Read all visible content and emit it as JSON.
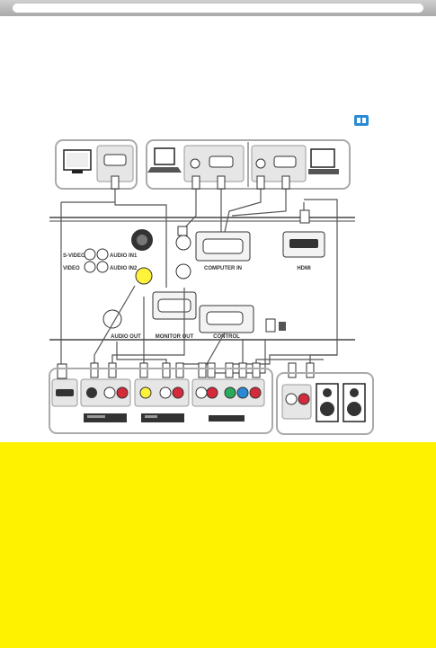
{
  "header": {
    "bar_color": "#b4b4b4"
  },
  "reference_icon": "book-icon",
  "panel": {
    "s_video_label": "S-VIDEO",
    "video_label": "VIDEO",
    "audio_in_1_label": "AUDIO IN1",
    "audio_in_2_label": "AUDIO IN2",
    "computer_in_label": "COMPUTER IN",
    "hdmi_label": "HDMI",
    "audio_out_label": "AUDIO OUT",
    "monitor_out_label": "MONITOR OUT",
    "control_label": "CONTROL"
  },
  "devices_top": [
    "monitor",
    "computer",
    "computer"
  ],
  "devices_bottom": [
    "hdmi-av-device",
    "video-recorder",
    "dvd-player",
    "component-device",
    "speakers"
  ],
  "colors": {
    "note_background": "#fff200",
    "accent_blue": "#2a8ad4"
  }
}
